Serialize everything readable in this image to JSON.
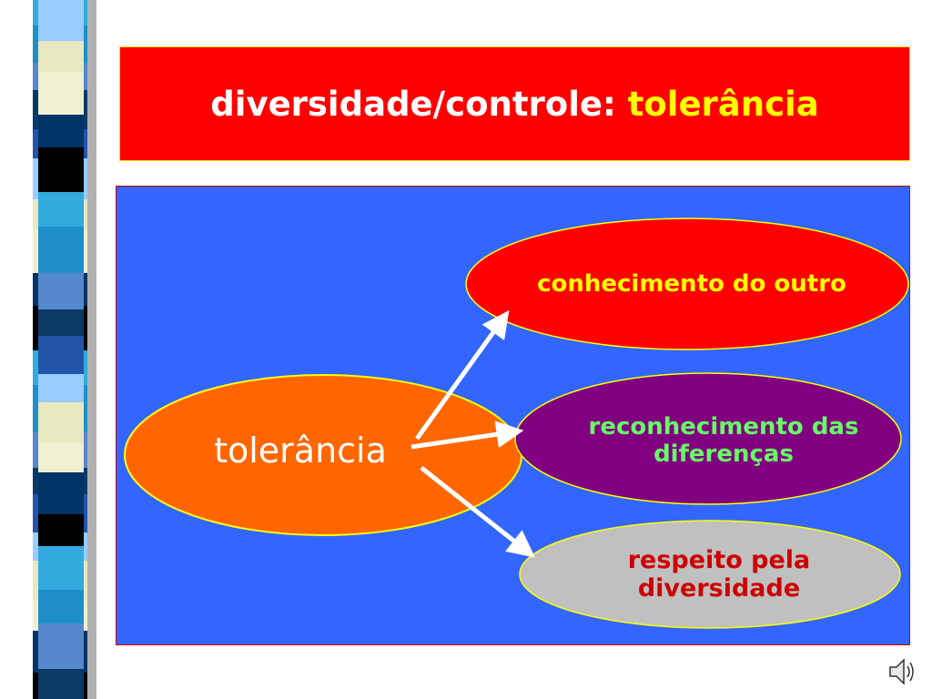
{
  "title": {
    "main": "diversidade/controle:",
    "accent": "tolerância"
  },
  "diagram": {
    "center": "tolerância",
    "branches": [
      {
        "line1": "conhecimento do outro",
        "line2": ""
      },
      {
        "line1": "reconhecimento das",
        "line2": "diferenças"
      },
      {
        "line1": "respeito pela",
        "line2": "diversidade"
      }
    ]
  },
  "colors": {
    "title_bg": "#ff0000",
    "title_text": "#ffffff",
    "title_accent": "#ffff00",
    "panel_bg": "#3366ff",
    "center_fill": "#ff6600",
    "top_fill": "#ff0000",
    "mid_fill": "#800080",
    "bottom_fill": "#c0c0c0",
    "outline": "#ffff00",
    "arrow": "#ffffff"
  },
  "icons": {
    "speaker": "speaker-icon"
  }
}
